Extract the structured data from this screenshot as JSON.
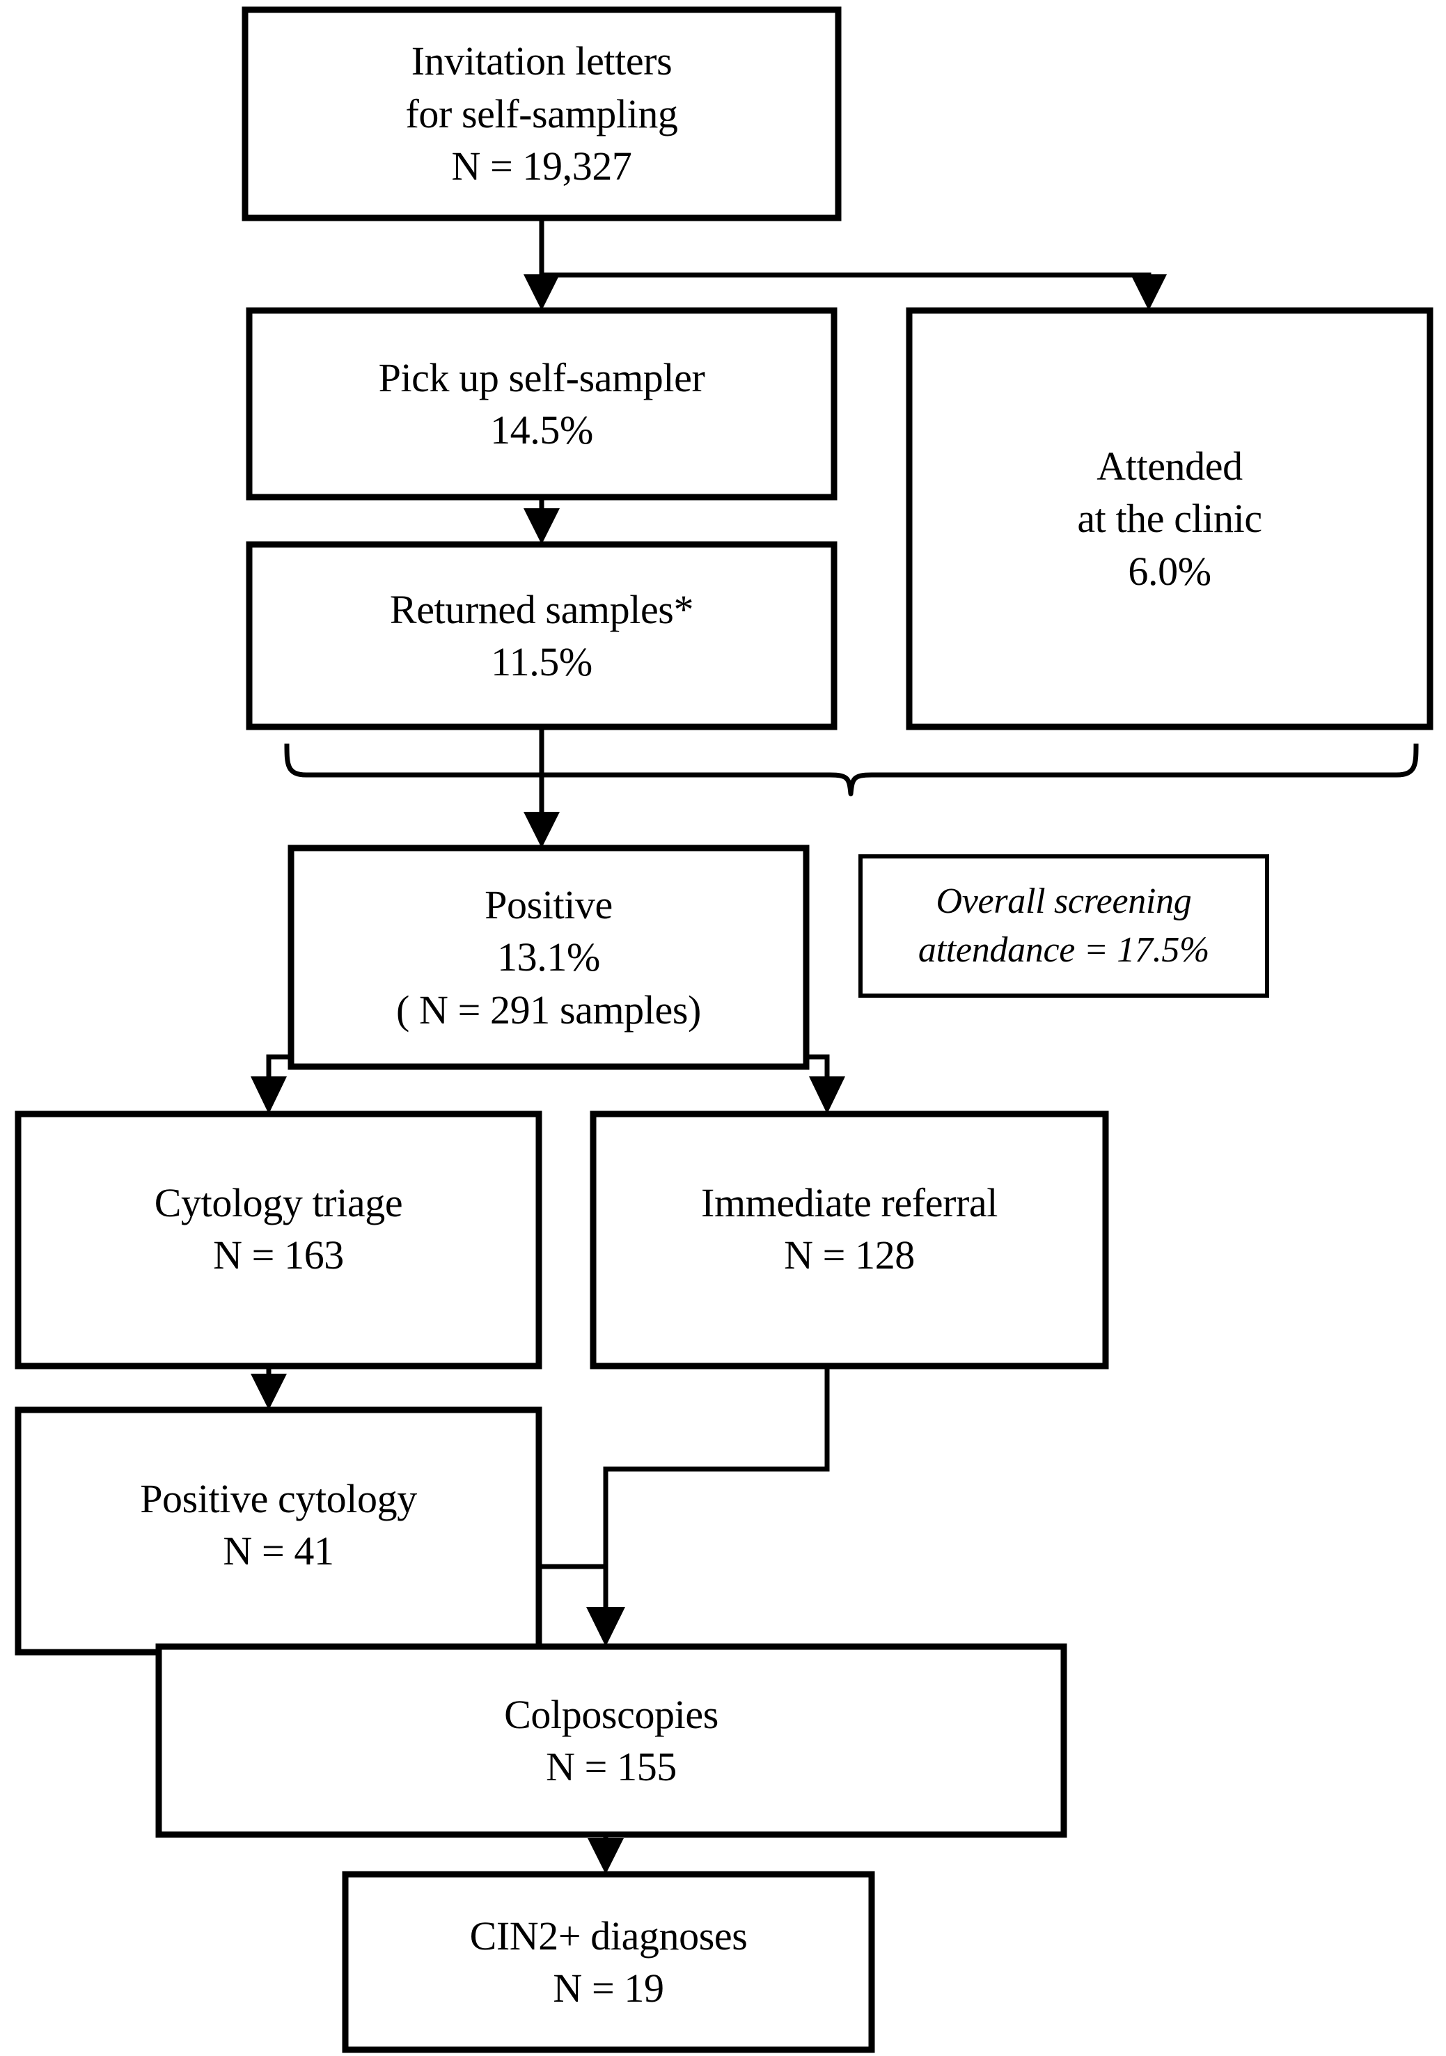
{
  "diagram": {
    "type": "flowchart",
    "title": "Cervical screening self-sampling participation flowchart",
    "orientation": "top-to-bottom",
    "accent_color": "#000000",
    "background_color": "#ffffff",
    "nodes": [
      {
        "id": "invitation-letters",
        "lines": [
          "Invitation letters",
          "for self-sampling",
          "N = 19,327"
        ],
        "value": "19,327",
        "metric_label": "N"
      },
      {
        "id": "pick-up-self-sampler",
        "lines": [
          "Pick up self-sampler",
          "14.5%"
        ],
        "value": "14.5%",
        "metric_label": "percent"
      },
      {
        "id": "attended-at-clinic",
        "lines": [
          "Attended",
          "at the clinic",
          "6.0%"
        ],
        "value": "6.0%",
        "metric_label": "percent"
      },
      {
        "id": "returned-samples",
        "lines": [
          "Returned samples*",
          "11.5%"
        ],
        "value": "11.5%",
        "metric_label": "percent"
      },
      {
        "id": "positive",
        "lines": [
          "Positive",
          "13.1%",
          "( N = 291 samples)"
        ],
        "value": "13.1%",
        "metric_label": "percent"
      },
      {
        "id": "cytology-triage",
        "lines": [
          "Cytology triage",
          "N = 163"
        ],
        "value": "163",
        "metric_label": "N"
      },
      {
        "id": "immediate-referral",
        "lines": [
          "Immediate referral",
          "N = 128"
        ],
        "value": "128",
        "metric_label": "N"
      },
      {
        "id": "positive-cytology",
        "lines": [
          "Positive cytology",
          "N = 41"
        ],
        "value": "41",
        "metric_label": "N"
      },
      {
        "id": "colposcopies",
        "lines": [
          "Colposcopies",
          "N = 155"
        ],
        "value": "155",
        "metric_label": "N"
      },
      {
        "id": "cin2-diagnoses",
        "lines": [
          "CIN2+ diagnoses",
          "N = 19"
        ],
        "value": "19",
        "metric_label": "N"
      }
    ],
    "annotations": [
      {
        "id": "overall-screening-attendance",
        "style": "italic",
        "lines": [
          "Overall screening",
          "attendance = 17.5%"
        ],
        "value": "17.5%"
      }
    ],
    "edges": [
      {
        "from": "invitation-letters",
        "to": "pick-up-self-sampler"
      },
      {
        "from": "invitation-letters",
        "to": "attended-at-clinic"
      },
      {
        "from": "pick-up-self-sampler",
        "to": "returned-samples"
      },
      {
        "from": "returned-samples",
        "to": "positive"
      },
      {
        "from": "positive",
        "to": "cytology-triage"
      },
      {
        "from": "positive",
        "to": "immediate-referral"
      },
      {
        "from": "cytology-triage",
        "to": "positive-cytology"
      },
      {
        "from": "positive-cytology",
        "to": "colposcopies"
      },
      {
        "from": "immediate-referral",
        "to": "colposcopies"
      },
      {
        "from": "colposcopies",
        "to": "cin2-diagnoses"
      }
    ],
    "brace": {
      "id": "screening-attendance-brace",
      "spans": [
        "returned-samples",
        "attended-at-clinic"
      ],
      "points_to": "overall-screening-attendance"
    }
  },
  "node_text": {
    "invitation_letters": {
      "l1": "Invitation letters",
      "l2": "for self-sampling",
      "l3": "N = 19,327"
    },
    "pick_up": {
      "l1": "Pick up self-sampler",
      "l2": "14.5%"
    },
    "attended": {
      "l1": "Attended",
      "l2": "at the clinic",
      "l3": "6.0%"
    },
    "returned": {
      "l1": "Returned samples*",
      "l2": "11.5%"
    },
    "positive": {
      "l1": "Positive",
      "l2": "13.1%",
      "l3": "( N = 291 samples)"
    },
    "note": {
      "l1": "Overall screening",
      "l2": "attendance = 17.5%"
    },
    "cytology_triage": {
      "l1": "Cytology triage",
      "l2": "N = 163"
    },
    "immediate_referral": {
      "l1": "Immediate referral",
      "l2": "N = 128"
    },
    "positive_cytology": {
      "l1": "Positive cytology",
      "l2": "N = 41"
    },
    "colposcopies": {
      "l1": "Colposcopies",
      "l2": "N = 155"
    },
    "cin2": {
      "l1": "CIN2+ diagnoses",
      "l2": "N = 19"
    }
  }
}
